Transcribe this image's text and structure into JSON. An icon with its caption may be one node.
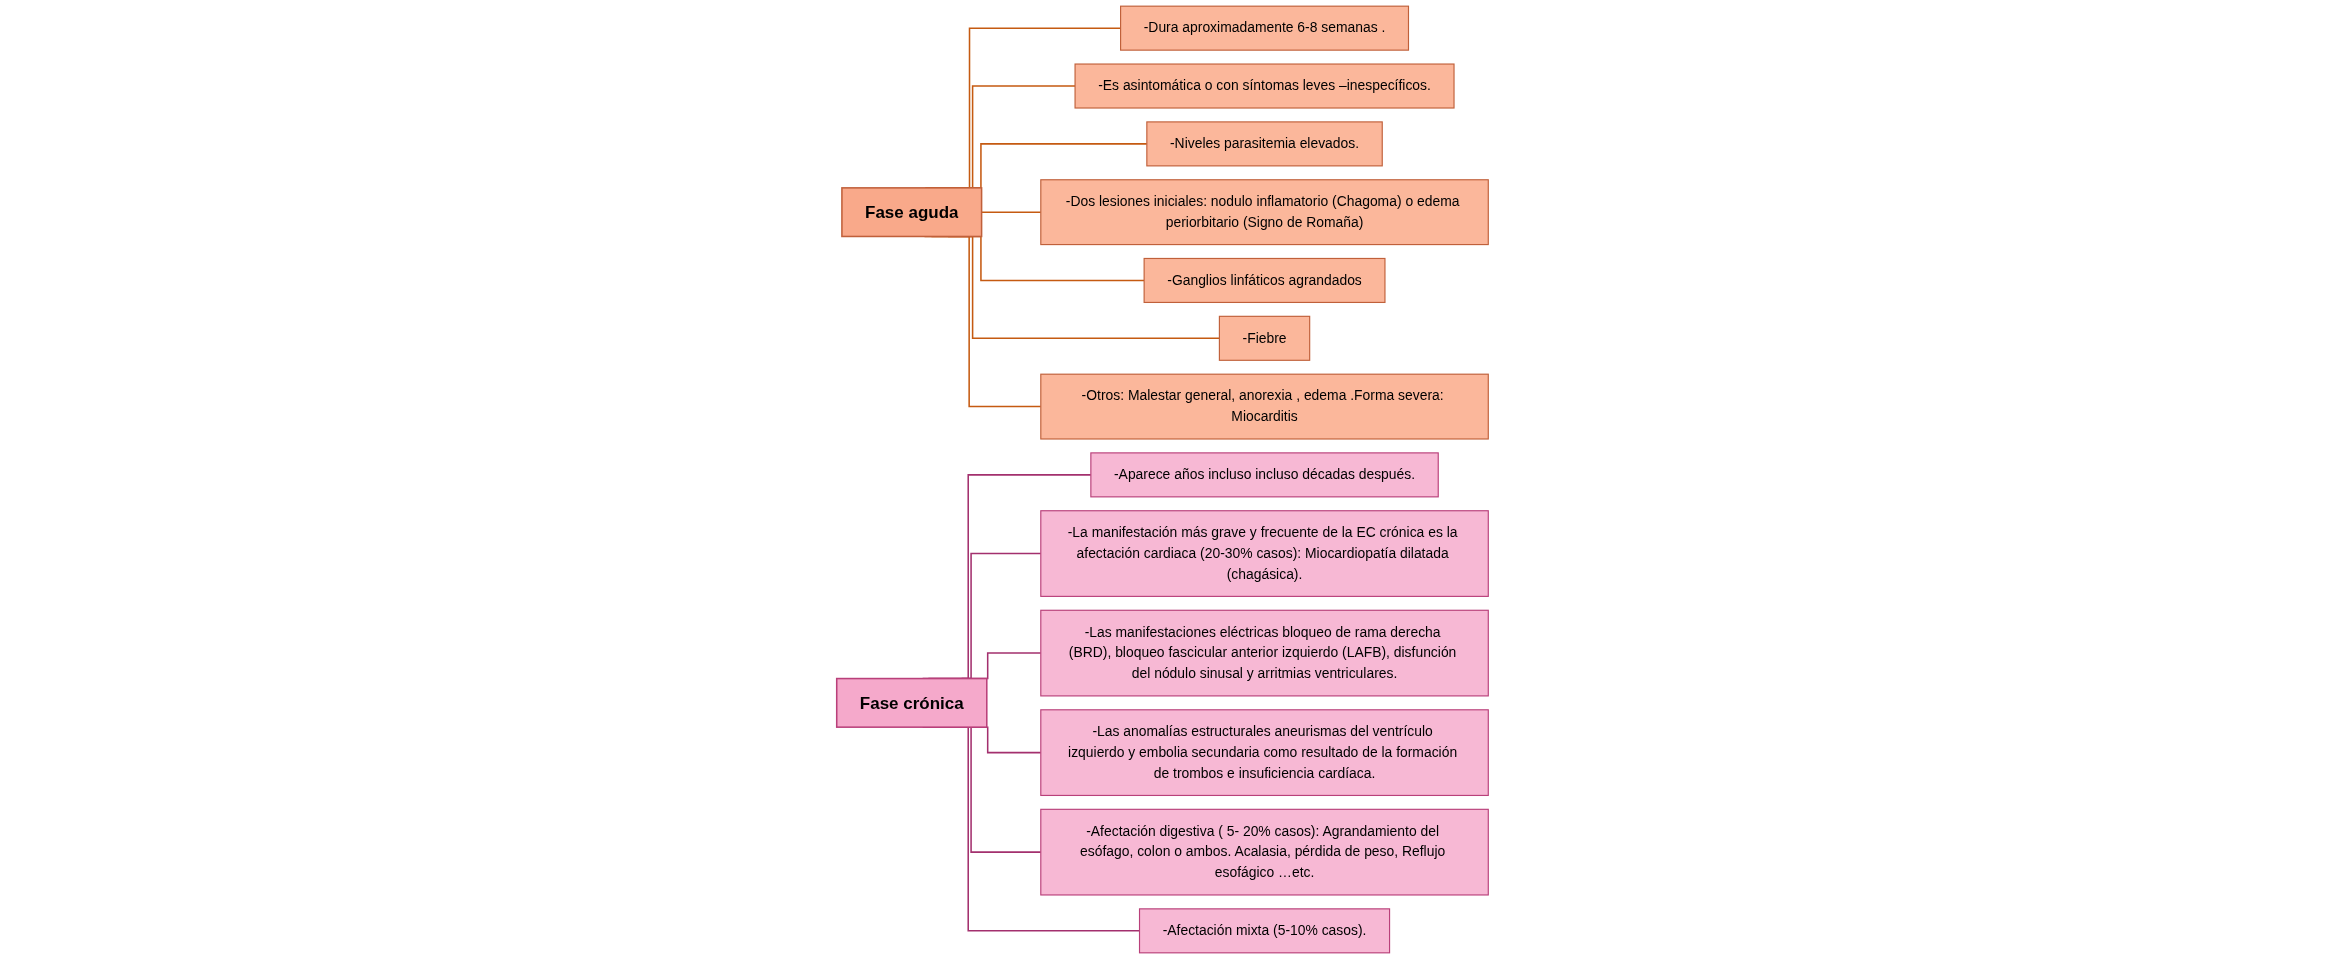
{
  "diagram": {
    "nodes": [
      {
        "text": [
          "Fase aguda"
        ]
      },
      {
        "text": [
          "-Dura aproximadamente 6-8 semanas ."
        ]
      },
      {
        "text": [
          "-Es asintomática o con síntomas leves –inespecíficos."
        ]
      },
      {
        "text": [
          "-Niveles parasitemia elevados."
        ]
      },
      {
        "text": [
          "-Dos lesiones iniciales: nodulo inflamatorio (Chagoma) o edema periorbitario (Signo de Romaña)"
        ]
      },
      {
        "text": [
          "-Ganglios linfáticos agrandados"
        ]
      },
      {
        "text": [
          "-Fiebre"
        ]
      },
      {
        "text": [
          "-Otros: Malestar general, anorexia , edema .Forma severa: Miocarditis"
        ]
      },
      {
        "text": [
          "Fase crónica"
        ]
      },
      {
        "text": [
          "-Aparece años incluso incluso décadas después."
        ]
      },
      {
        "text": [
          "-La manifestación más grave y frecuente de la EC crónica es la afectación cardiaca (20-30% casos): Miocardiopatía dilatada (chagásica)."
        ]
      },
      {
        "text": [
          "-Las manifestaciones eléctricas bloqueo de rama derecha (BRD), bloqueo fascicular anterior izquierdo (LAFB), disfunción del nódulo sinusal y arritmias ventriculares."
        ]
      },
      {
        "text": [
          "-Las anomalías estructurales aneurismas del ventrículo izquierdo y embolia secundaria como resultado de la formación de trombos e insuficiencia cardíaca."
        ]
      },
      {
        "text": [
          "-Afectación digestiva ( 5- 20% casos): Agrandamiento del esófago, colon o ambos. Acalasia, pérdida de peso, Reflujo esofágico …etc."
        ]
      },
      {
        "text": [
          "-Afectación mixta (5-10% casos)."
        ]
      }
    ],
    "edges": [
      {
        "from": 0,
        "to": 1,
        "arrow": "none",
        "color": "#c55a11"
      },
      {
        "from": 0,
        "to": 2,
        "arrow": "none",
        "color": "#c55a11"
      },
      {
        "from": 0,
        "to": 3,
        "arrow": "none",
        "color": "#c55a11"
      },
      {
        "from": 0,
        "to": 4,
        "arrow": "none",
        "color": "#c55a11"
      },
      {
        "from": 0,
        "to": 5,
        "arrow": "none",
        "color": "#c55a11"
      },
      {
        "from": 0,
        "to": 6,
        "arrow": "none",
        "color": "#c55a11"
      },
      {
        "from": 0,
        "to": 7,
        "arrow": "none",
        "color": "#c55a11"
      },
      {
        "from": 8,
        "to": 9,
        "arrow": "none",
        "color": "#a3306e"
      },
      {
        "from": 8,
        "to": 10,
        "arrow": "none",
        "color": "#a3306e"
      },
      {
        "from": 8,
        "to": 11,
        "arrow": "none",
        "color": "#a3306e"
      },
      {
        "from": 8,
        "to": 12,
        "arrow": "none",
        "color": "#a3306e"
      },
      {
        "from": 8,
        "to": 13,
        "arrow": "none",
        "color": "#a3306e"
      },
      {
        "from": 8,
        "to": 14,
        "arrow": "none",
        "color": "#a3306e"
      }
    ]
  }
}
